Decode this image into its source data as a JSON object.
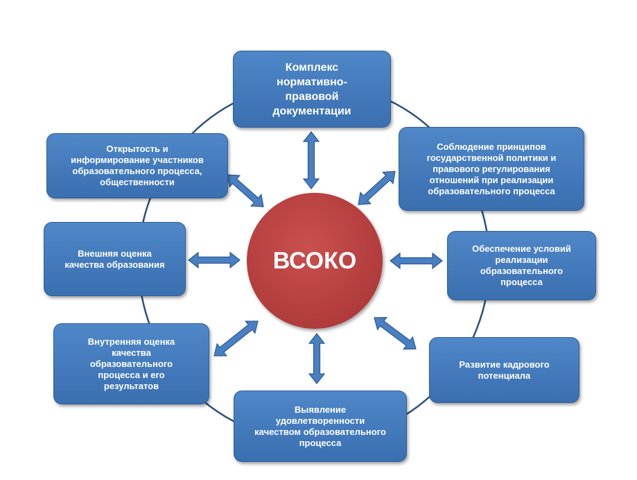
{
  "center": {
    "label": "ВСОКО"
  },
  "nodes": [
    {
      "id": "top",
      "text": "Комплекс\nнормативно-\nправовой\nдокументации"
    },
    {
      "id": "top-right",
      "text": "Соблюдение принципов\nгосударственной политики и\nправового регулирования\nотношений при реализации\nобразовательного процесса"
    },
    {
      "id": "right",
      "text": "Обеспечение условий\nреализации\nобразовательного\nпроцесса"
    },
    {
      "id": "bottom-right",
      "text": "Развитие кадрового\nпотенциала"
    },
    {
      "id": "bottom",
      "text": "Выявление\nудовлетворенности\nкачеством образовательного\nпроцесса"
    },
    {
      "id": "bottom-left",
      "text": "Внутренняя оценка\nкачества\nобразовательного\nпроцесса и его\nрезультатов"
    },
    {
      "id": "left",
      "text": "Внешняя оценка\nкачества образования"
    },
    {
      "id": "top-left",
      "text": "Открытость и\nинформирование участников\nобразовательного процесса,\nобщественности"
    }
  ],
  "colors": {
    "node_fill": "#4a80c2",
    "node_border": "#2f5e99",
    "center_fill": "#b13c3c",
    "ring": "#2c4f7c",
    "arrow_fill": "#4a7fc1",
    "arrow_stroke": "#2a5a93",
    "text": "#ffffff"
  }
}
